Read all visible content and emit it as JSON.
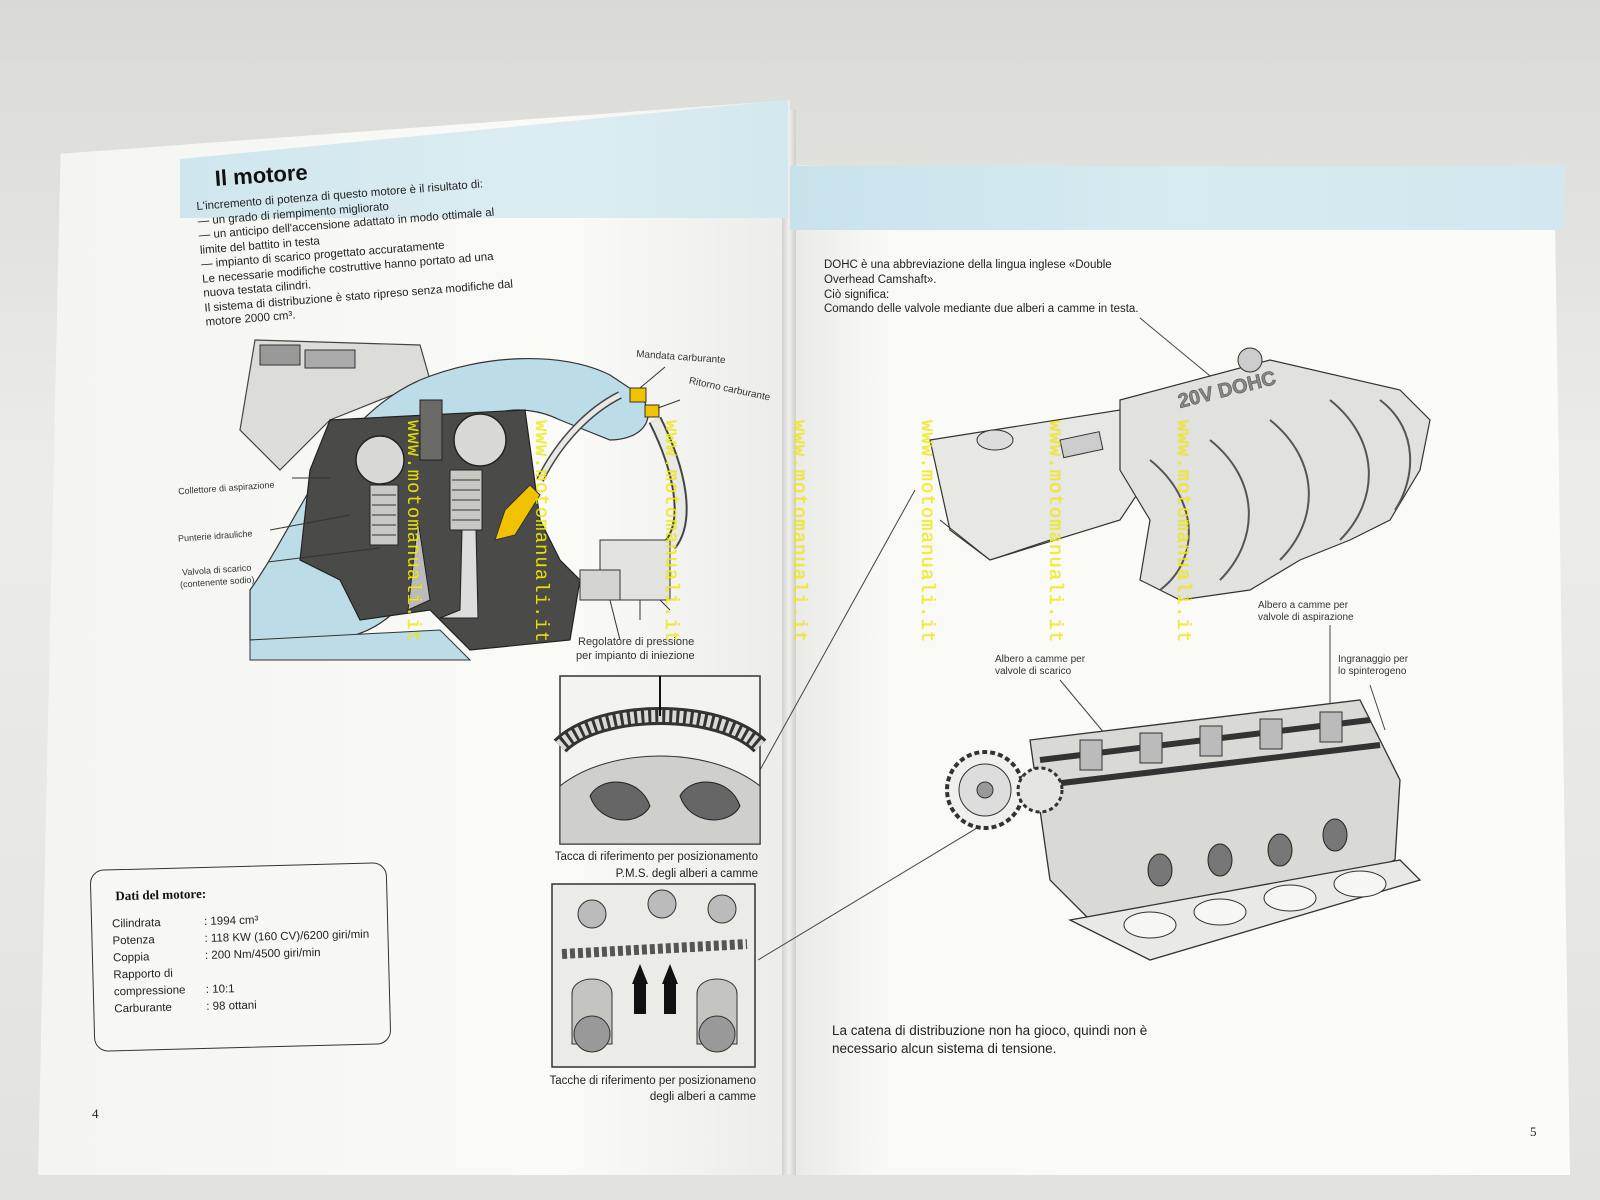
{
  "left_page": {
    "title": "Il motore",
    "intro_lines": [
      "L'incremento di potenza di questo motore è il risultato di:",
      "— un grado di riempimento migliorato",
      "— un anticipo dell'accensione adattato in modo ottimale al",
      "    limite del battito in testa",
      "— impianto di scarico progettato accuratamente",
      "Le necessarie modifiche costruttive hanno portato ad una",
      "nuova testata cilindri.",
      "Il sistema di distribuzione è stato ripreso senza modifiche dal",
      "motore 2000 cm³."
    ],
    "callouts": {
      "mandata": "Mandata carburante",
      "ritorno": "Ritorno carburante",
      "collettore": "Collettore di aspirazione",
      "punterie": "Punterie idrauliche",
      "valvola": "Valvola di scarico",
      "valvola_sub": "(contenente sodio)",
      "regolatore_1": "Regolatore di pressione",
      "regolatore_2": "per impianto di iniezione"
    },
    "caption_1": [
      "Tacca di riferimento per posizionamento",
      "P.M.S. degli alberi a camme"
    ],
    "caption_2": [
      "Tacche di riferimento per posizionameno",
      "degli alberi a camme"
    ],
    "engine_data": {
      "title": "Dati del motore:",
      "rows": [
        {
          "key": "Cilindrata",
          "value": ": 1994 cm³"
        },
        {
          "key": "Potenza",
          "value": ": 118 KW (160 CV)/6200 giri/min"
        },
        {
          "key": "Coppia",
          "value": ": 200 Nm/4500 giri/min"
        },
        {
          "key": "Rapporto di",
          "value": ""
        },
        {
          "key": "compressione",
          "value": ": 10:1"
        },
        {
          "key": "Carburante",
          "value": ": 98 ottani"
        }
      ]
    },
    "page_number": "4"
  },
  "right_page": {
    "intro_lines": [
      "DOHC è una abbreviazione della lingua inglese «Double",
      "Overhead Camshaft».",
      "Ciò significa:",
      "Comando delle valvole mediante due alberi a camme in testa."
    ],
    "labels": {
      "albero_asp_1": "Albero a camme per",
      "albero_asp_2": "valvole di aspirazione",
      "albero_scar_1": "Albero a camme per",
      "albero_scar_2": "valvole di scarico",
      "ingranaggio_1": "Ingranaggio per",
      "ingranaggio_2": "lo spinterogeno",
      "manifold_text": "20V DOHC"
    },
    "bottom_text": [
      "La catena di distribuzione non ha gioco, quindi non è",
      "necessario alcun sistema di tensione."
    ],
    "page_number": "5"
  },
  "watermark": "www.motomanuali.it",
  "colors": {
    "band": "#d3e8ef",
    "watermark": "#f5ee00",
    "diagram_blue": "#bcdde8",
    "fuel_yellow": "#f2c200"
  }
}
